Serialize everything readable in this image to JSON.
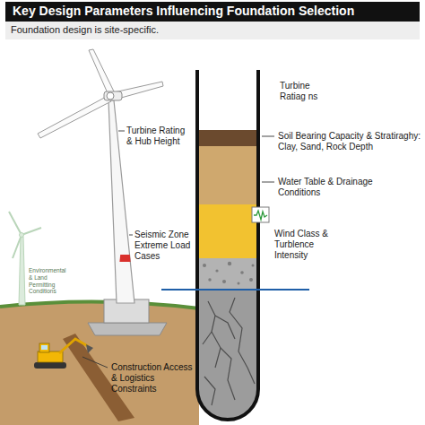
{
  "diagram": {
    "title": "Key Design Parameters Influencing Foundation Selection",
    "labels": [
      "Foundation design is site-specific.",
      "Turbine Ratiag ns",
      "Turbine Rating & Hub Height",
      "Soil Bearing Capacity & Stratiraghy: Clay, Sand, Rock Depth",
      "Water Table & Drainage Conditions",
      "Wind Class & Turblence Intensity",
      "Seismic Zone Extreme Load Cases",
      "Environmental & Land Permitting Conditions",
      "Construction Access & Logistics Constraints"
    ]
  }
}
